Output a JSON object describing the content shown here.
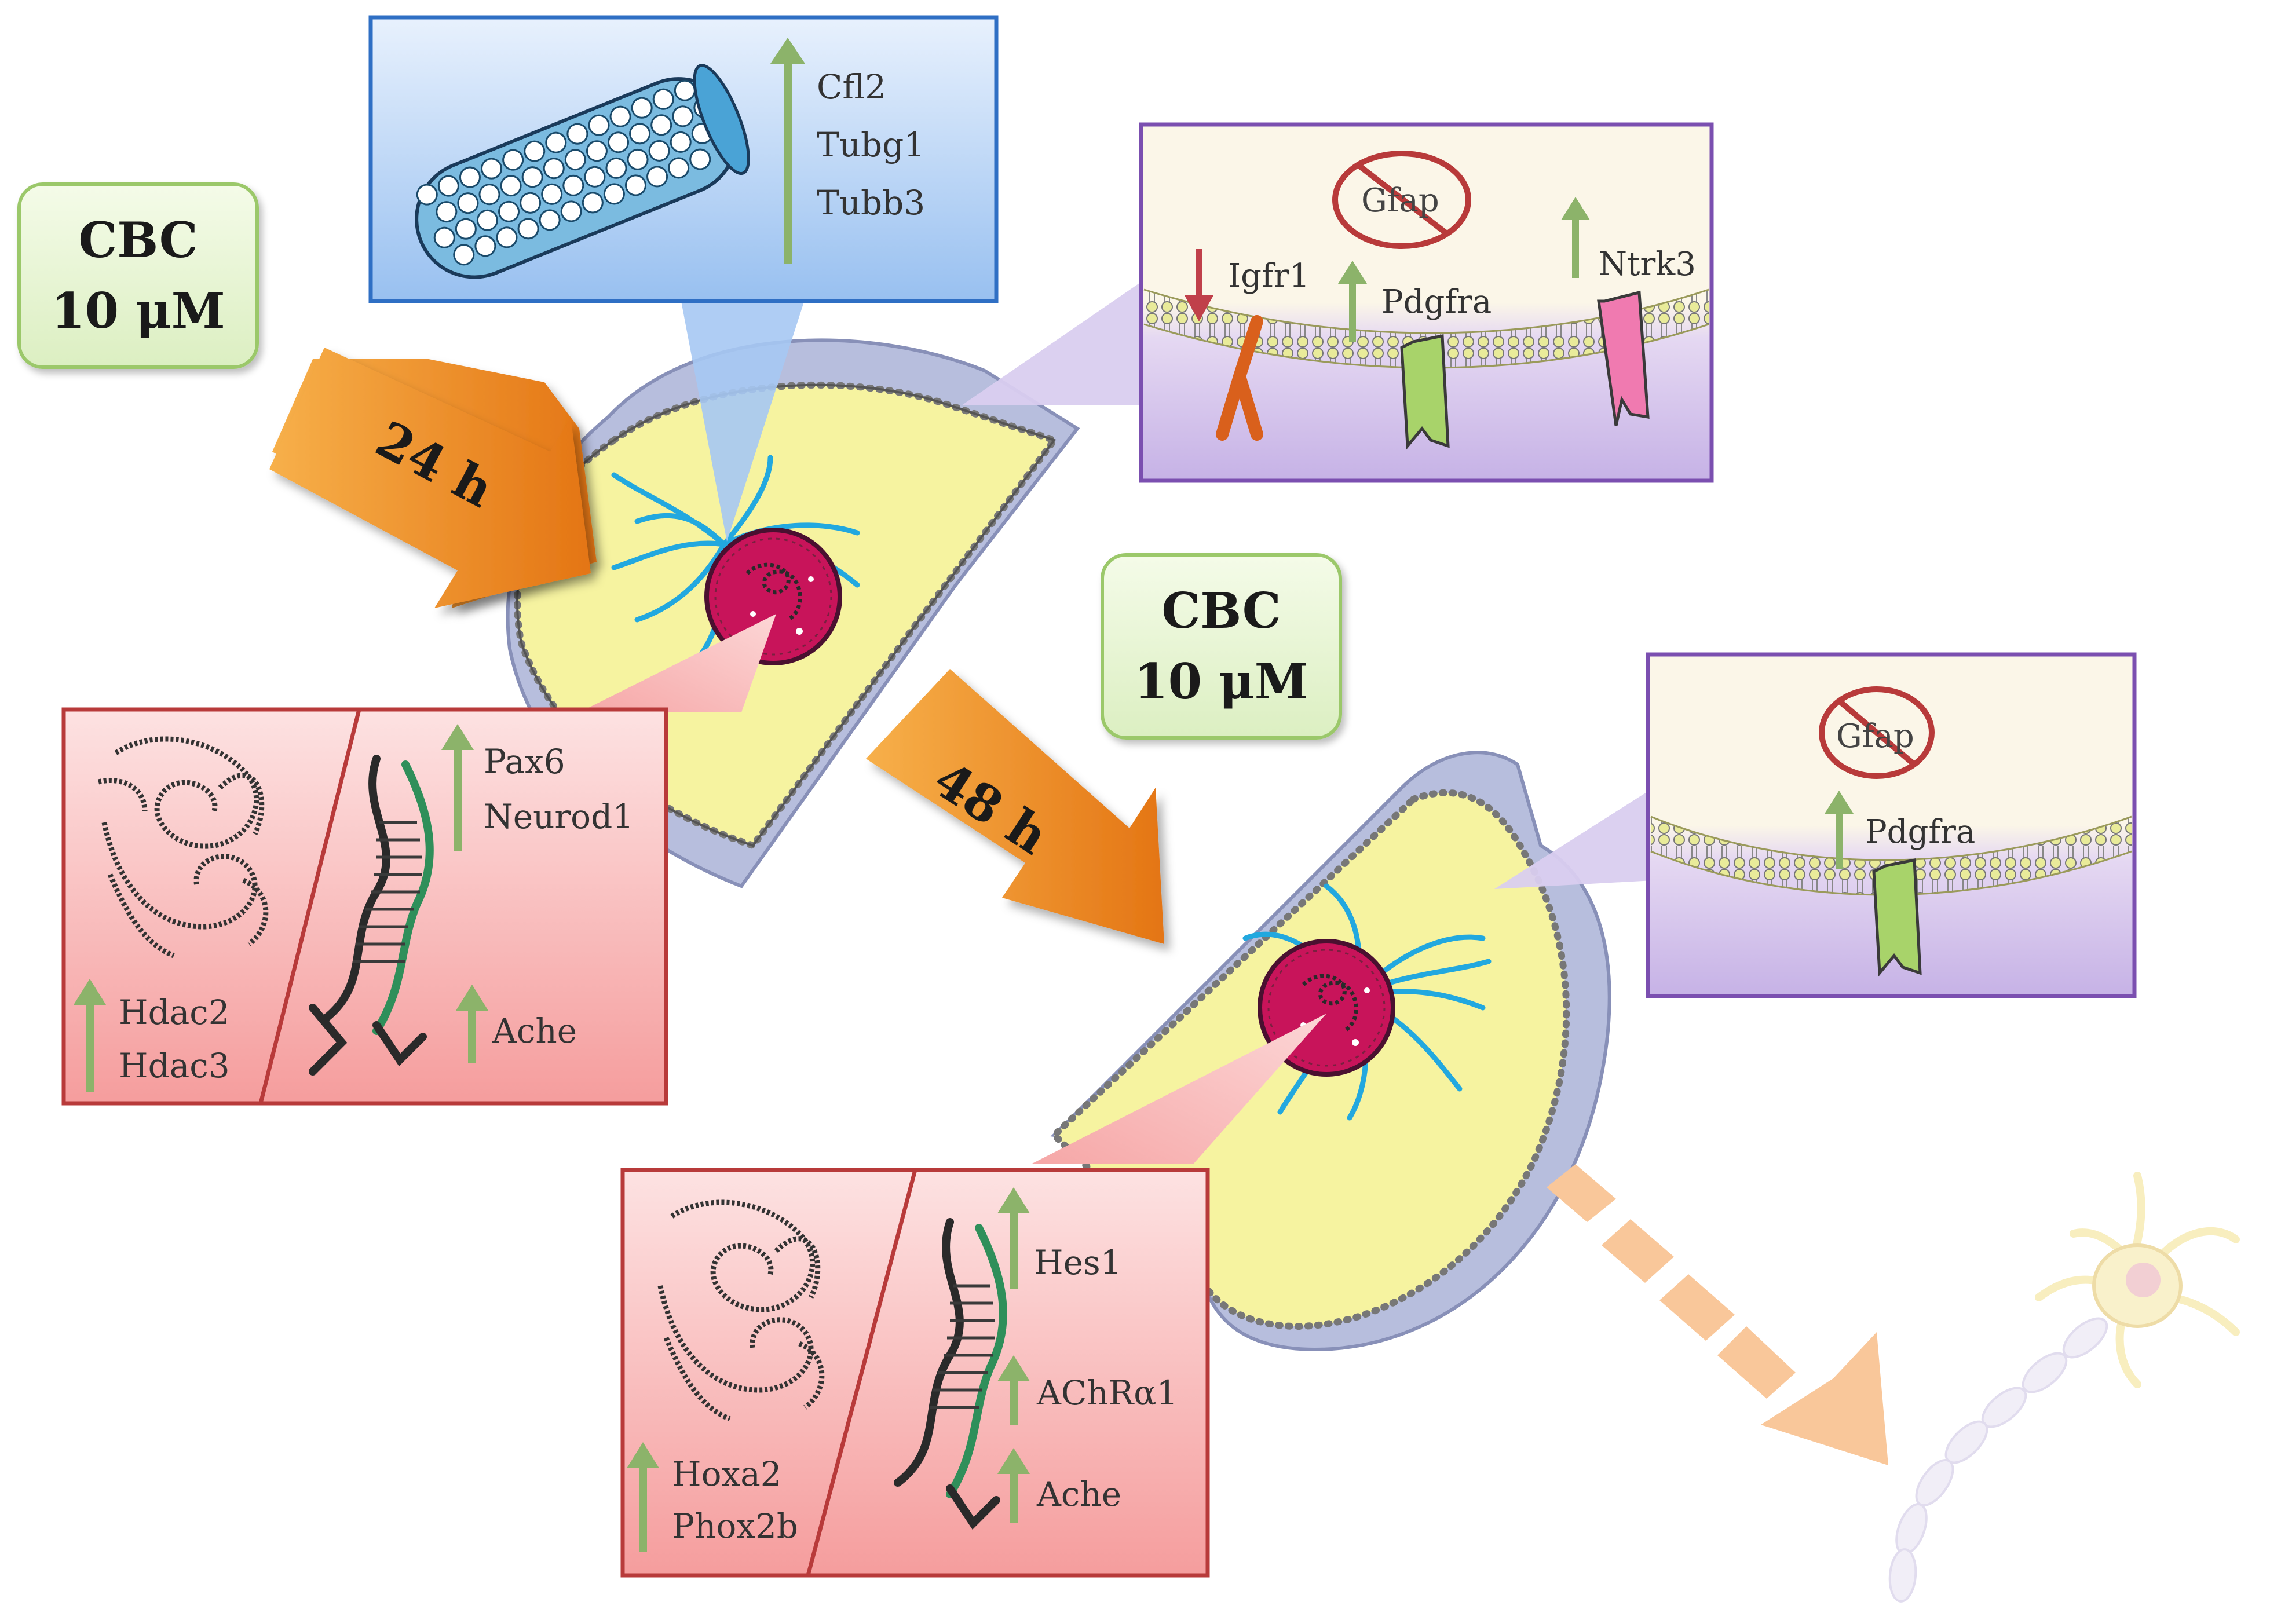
{
  "treatment_1": {
    "compound": "CBC",
    "dose": "10 μM",
    "time": "24 h"
  },
  "treatment_2": {
    "compound": "CBC",
    "dose": "10 μM",
    "time": "48 h"
  },
  "cytoskeleton_24h": {
    "genes": [
      "Cfl2",
      "Tubg1",
      "Tubb3"
    ],
    "direction": "up"
  },
  "membrane_24h": {
    "blocked": "Gfap",
    "down": [
      "Igfr1"
    ],
    "up": [
      "Pdgfra",
      "Ntrk3"
    ]
  },
  "nucleus_24h": {
    "chromatin_up": [
      "Hdac2",
      "Hdac3"
    ],
    "dna_up_group1": [
      "Pax6",
      "Neurod1"
    ],
    "dna_up_group2": [
      "Ache"
    ]
  },
  "membrane_48h": {
    "blocked": "Gfap",
    "up": [
      "Pdgfra"
    ]
  },
  "nucleus_48h": {
    "chromatin_up": [
      "Hoxa2",
      "Phox2b"
    ],
    "dna_up_1": "Hes1",
    "dna_up_2": "AChRα1",
    "dna_up_3": "Ache"
  },
  "colors": {
    "up_arrow": "#8cb36a",
    "down_arrow": "#c0404a",
    "treatment_arrow": "#f08a1c",
    "cytoplasm": "#f6f3a0",
    "nucleus": "#c8145a",
    "microtubule": "#22a8df",
    "nuclear_panel": "#f7b5b5",
    "membrane_panel": "#c7b3e6",
    "cytoskeleton_panel": "#a6c8f3"
  }
}
